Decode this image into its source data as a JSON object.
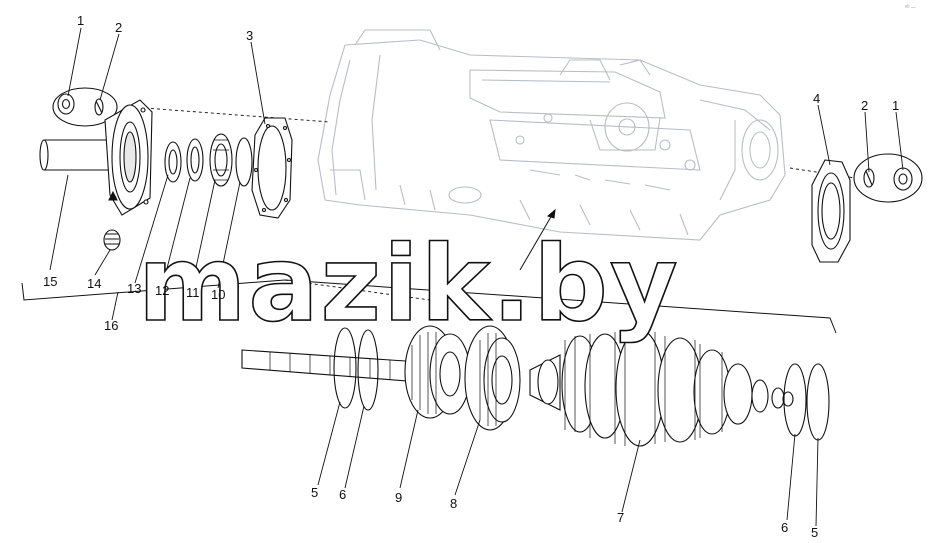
{
  "corner_mark": "ᵃᵇ ─",
  "watermark": "mazik.by",
  "callouts": {
    "c1_left": "1",
    "c2_left": "2",
    "c3": "3",
    "c4": "4",
    "c2_right": "2",
    "c1_right": "1",
    "c15": "15",
    "c14": "14",
    "c13": "13",
    "c12": "12",
    "c11": "11",
    "c10": "10",
    "c16": "16",
    "c5_left": "5",
    "c6_left": "6",
    "c9": "9",
    "c8": "8",
    "c7": "7",
    "c6_right": "6",
    "c5_right": "5"
  },
  "colors": {
    "line": "#111111",
    "housing": "#b9bec4",
    "background": "#ffffff"
  }
}
